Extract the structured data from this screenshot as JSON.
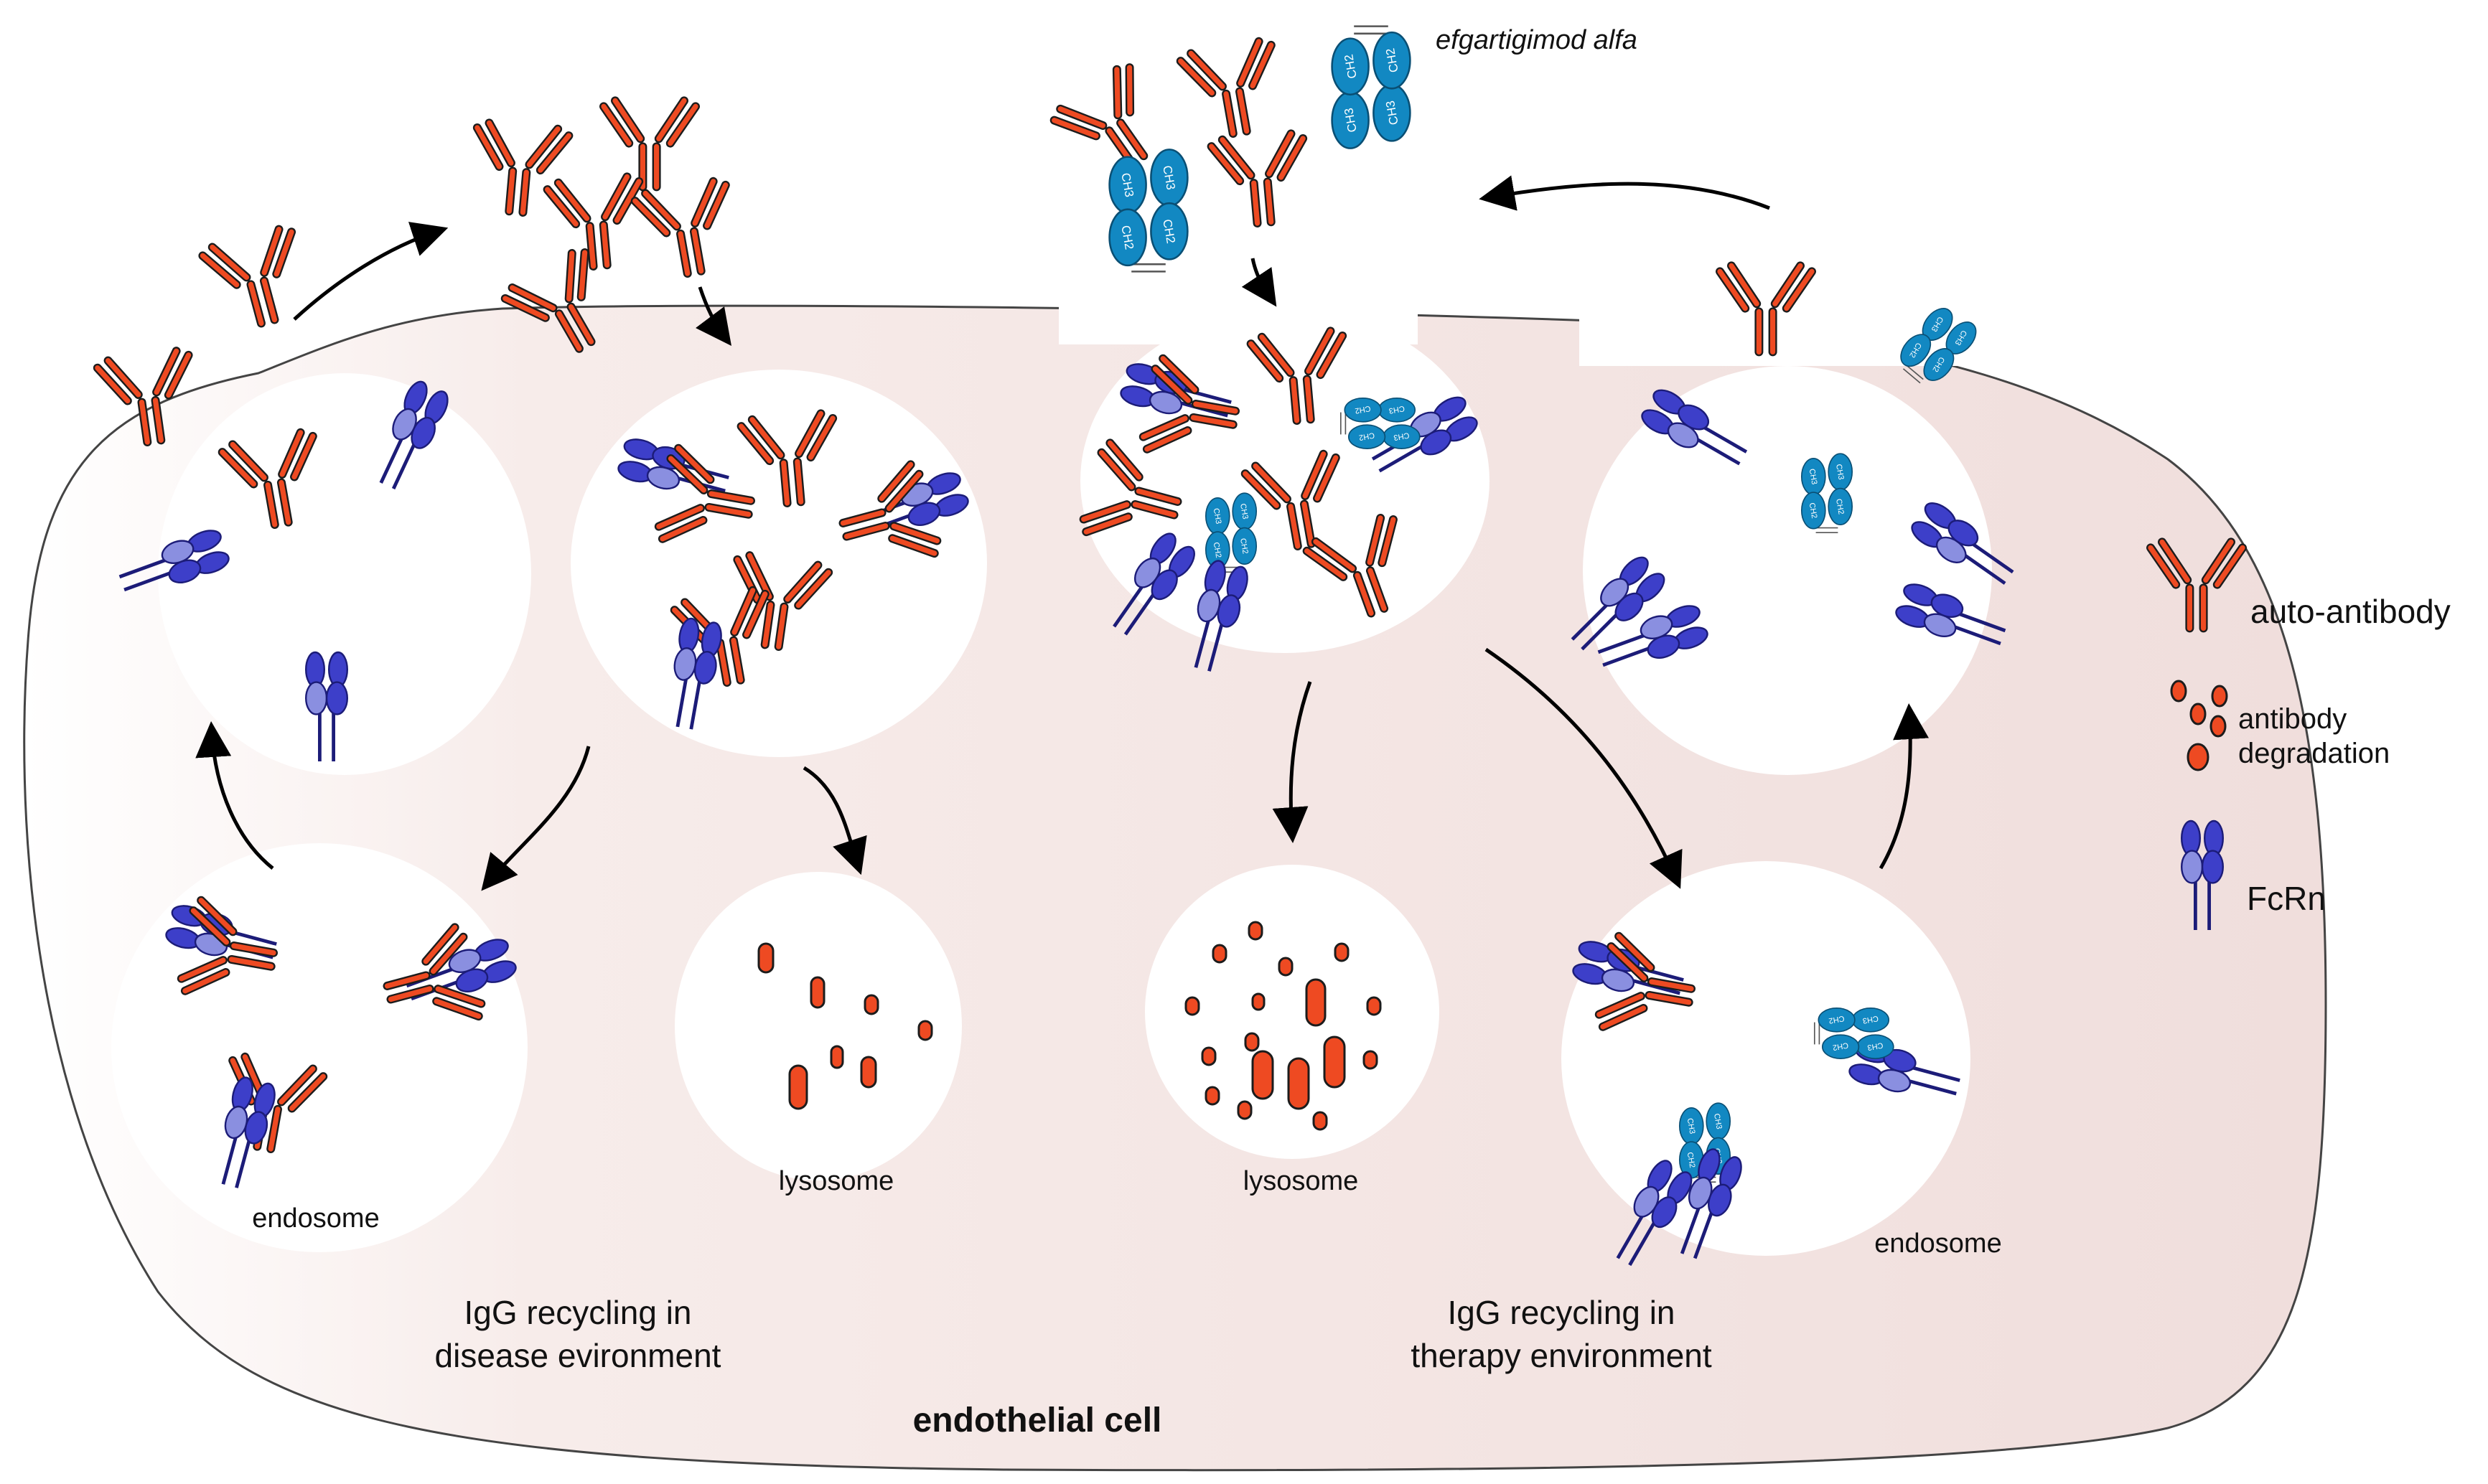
{
  "drug_label": "efgartigimod alfa",
  "cell_label": "endothelial cell",
  "left_panel": {
    "caption_line1": "IgG recycling in",
    "caption_line2": "disease evironment",
    "endosome_label": "endosome",
    "lysosome_label": "lysosome"
  },
  "right_panel": {
    "caption_line1": "IgG recycling in",
    "caption_line2": "therapy environment",
    "endosome_label": "endosome",
    "lysosome_label": "lysosome"
  },
  "legend": {
    "autoantibody": "auto-antibody",
    "degradation_line1": "antibody",
    "degradation_line2": "degradation",
    "fcrn": "FcRn"
  },
  "domain_labels": {
    "ch2": "CH2",
    "ch3": "CH3"
  },
  "colors": {
    "antibody": "#ee4a22",
    "antibody_outline": "#1c1c1c",
    "fcrn": "#3d3fc9",
    "fcrn_light": "#8a8fe0",
    "fc_fragment": "#1288c2",
    "cell_fill": "#f1dfdd",
    "vesicle": "#ffffff",
    "arrow": "#000000"
  }
}
